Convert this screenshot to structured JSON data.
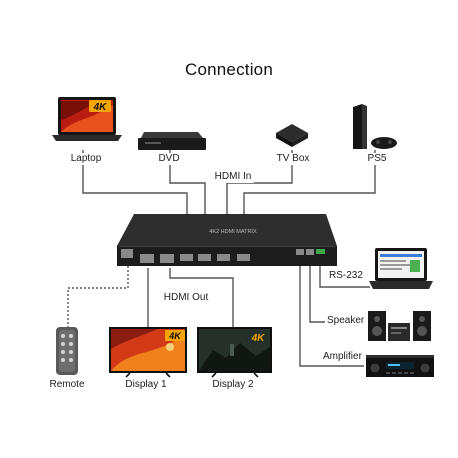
{
  "title": "Connection",
  "sources": [
    {
      "label": "Laptop",
      "icon": "laptop-icon",
      "badge": "4K"
    },
    {
      "label": "DVD",
      "icon": "dvd-player-icon"
    },
    {
      "label": "TV Box",
      "icon": "tv-box-icon"
    },
    {
      "label": "PS5",
      "icon": "ps5-console-icon"
    }
  ],
  "hdmi_in_label": "HDMI In",
  "hdmi_out_label": "HDMI Out",
  "device": {
    "name": "4K2 HDMI MATRIX",
    "icon": "hdmi-matrix-icon"
  },
  "outputs": [
    {
      "label": "Display 1",
      "icon": "display-icon",
      "badge": "4K"
    },
    {
      "label": "Display 2",
      "icon": "display-icon",
      "badge": "4K"
    }
  ],
  "remote": {
    "label": "Remote",
    "icon": "remote-control-icon"
  },
  "peripherals": [
    {
      "label": "RS-232",
      "icon": "laptop-icon"
    },
    {
      "label": "Speaker",
      "icon": "speaker-icon"
    },
    {
      "label": "Amplifier",
      "icon": "amplifier-icon"
    }
  ],
  "colors": {
    "line": "#555555",
    "device_body": "#1c1c1c",
    "badge": "#f5a400"
  }
}
